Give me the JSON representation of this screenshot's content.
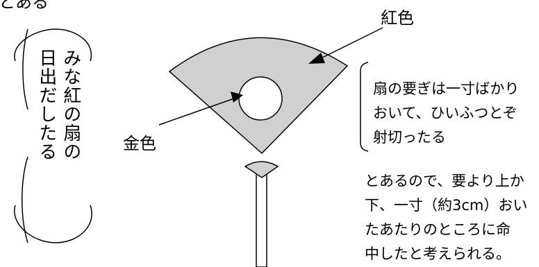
{
  "header_fragment": "とある",
  "poem": {
    "line1": "みな紅の扇の",
    "line2": "日出だしたる"
  },
  "labels": {
    "red": "紅色",
    "gold": "金色"
  },
  "quote": {
    "line1": "扇の要ぎは一寸ばかり",
    "line2": "おいて、ひいふつとぞ",
    "line3": "射切ったる"
  },
  "explanation": {
    "line1": "とあるので、要より上か",
    "line2": "下、一寸（約3cm）おい",
    "line3": "たあたりのところに命",
    "line4": "中したと考えられる。"
  },
  "colors": {
    "fan_fill": "#d0d0d0",
    "stroke": "#000000",
    "background": "#ffffff"
  }
}
